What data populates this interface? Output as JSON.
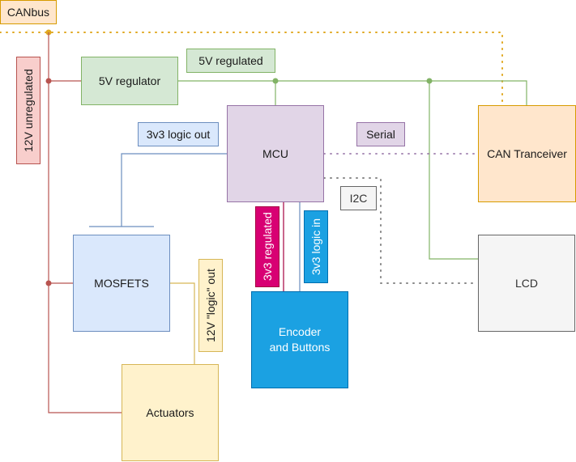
{
  "blocks": {
    "canbus": "CANbus",
    "regulator_5v": "5V regulator",
    "mcu": "MCU",
    "can_transceiver": "CAN Tranceiver",
    "mosfets": "MOSFETS",
    "encoder": "Encoder and Buttons",
    "lcd": "LCD",
    "actuators": "Actuators"
  },
  "labels": {
    "unregulated_12v": "12V unregulated",
    "regulated_5v": "5V regulated",
    "logic_out_3v3": "3v3 logic out",
    "serial": "Serial",
    "i2c": "I2C",
    "regulated_3v3": "3v3 regulated",
    "logic_in_3v3": "3v3 logic in",
    "logic_out_12v": "12V \"logic\" out"
  },
  "colors": {
    "power_12v": "#b85450",
    "power_5v": "#82b366",
    "canbus": "#d79b00",
    "serial": "#9673a6",
    "i2c": "#808080",
    "logic_3v3": "#6c8ebf",
    "regulated_3v3": "#a50040",
    "logic_12v": "#d6b656"
  }
}
